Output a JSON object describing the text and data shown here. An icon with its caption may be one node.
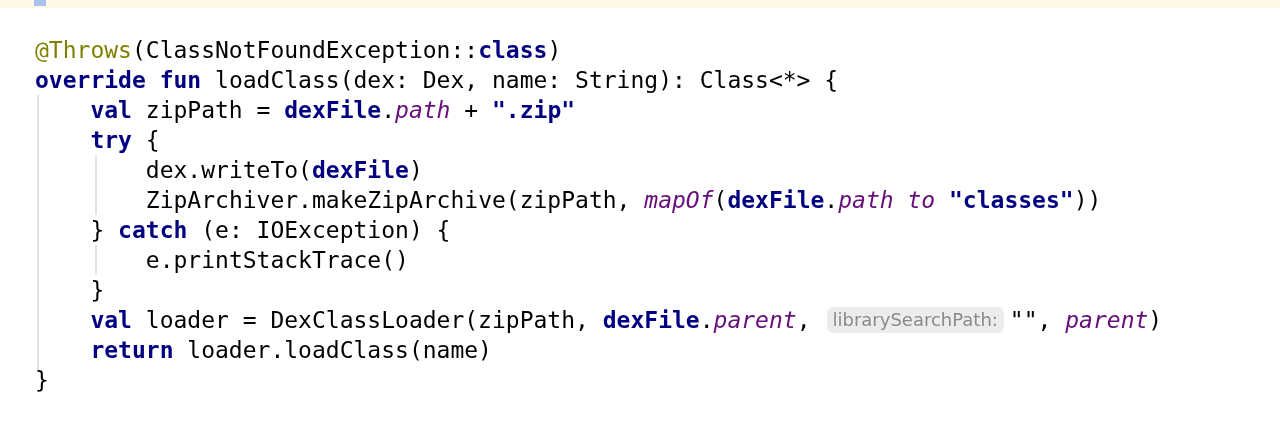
{
  "diagram": {
    "labels": [
      "@Throws(ClassNotFoundException::**class**)",
      "**override** **fun** loadClass(dex: Dex, name: String): Class<*> {",
      "**val** zipPath = **dexFile**.*path* + **\".zip\"**",
      "**try** {",
      "dex.writeTo(**dexFile**)",
      "ZipArchiver.makeZipArchive(zipPath, *mapOf*(**dexFile**.*path* *to* **\"classes\"**))",
      "} **catch** (e: IOException) {",
      "e.printStackTrace()",
      "}",
      "**val** loader = DexClassLoader(zipPath, **dexFile**.*parent*,",
      "librarySearchPath:",
      "\"\", *parent*)",
      "**return** loader.loadClass(name)",
      "}"
    ]
  }
}
